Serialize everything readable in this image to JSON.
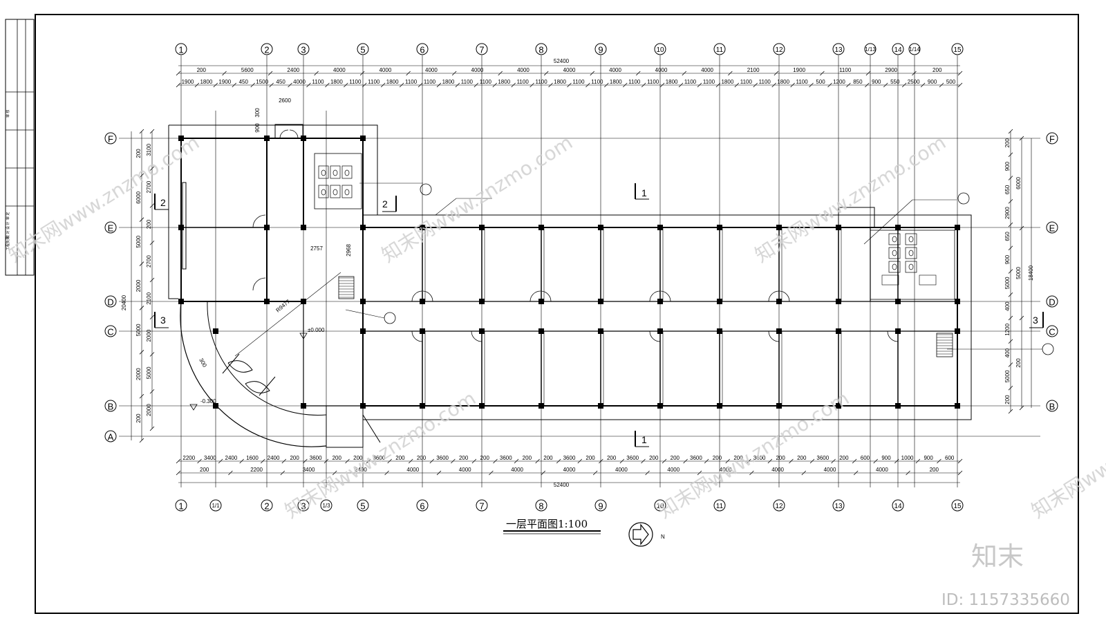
{
  "drawing": {
    "title": "一层平面图1:100",
    "north_label": "N",
    "total_length": "52400",
    "total_width": "20400",
    "half_width": "18400",
    "radius_note": "R9477",
    "level_zero": "±0.000",
    "level_outdoor": "-0.300",
    "dim_2757": "2757",
    "dim_2968": "2968",
    "dim_2600": "2600",
    "dim_900": "900",
    "dim_300": "300",
    "dim_3000": "300",
    "section_labels": [
      "1",
      "1",
      "2",
      "2",
      "3",
      "3"
    ]
  },
  "title_block": {
    "cells": [
      "审 核",
      "审 定",
      "设 计",
      "校 对",
      "工程负责"
    ]
  },
  "axes": {
    "top_labels": [
      "1",
      "2",
      "3",
      "5",
      "6",
      "7",
      "8",
      "9",
      "10",
      "11",
      "12",
      "13",
      "1/13",
      "14",
      "1/14",
      "15"
    ],
    "bottom_labels": [
      "1",
      "1/1",
      "2",
      "3",
      "1/3",
      "5",
      "6",
      "7",
      "8",
      "9",
      "10",
      "11",
      "12",
      "13",
      "14",
      "15"
    ],
    "left_labels": [
      "F",
      "E",
      "D",
      "C",
      "B",
      "A"
    ],
    "right_labels": [
      "F",
      "E",
      "D",
      "C",
      "B"
    ]
  },
  "dims": {
    "top_row1": [
      "200",
      "5600",
      "2400",
      "4000",
      "4000",
      "4000",
      "4000",
      "4000",
      "4000",
      "4000",
      "4000",
      "4000",
      "2100",
      "1900",
      "1100",
      "2900",
      "200"
    ],
    "top_row2": [
      "1900",
      "1800",
      "1900",
      "450",
      "1500",
      "450",
      "4000",
      "1100",
      "1800",
      "1100",
      "1100",
      "1800",
      "1100",
      "1100",
      "1800",
      "1100",
      "1100",
      "1800",
      "1100",
      "1100",
      "1800",
      "1100",
      "1100",
      "1800",
      "1100",
      "1100",
      "1800",
      "1100",
      "1100",
      "1800",
      "1100",
      "1100",
      "1800",
      "1100",
      "500",
      "1200",
      "850",
      "900",
      "550",
      "2500",
      "900",
      "500"
    ],
    "bottom_row1": [
      "2200",
      "3400",
      "2400",
      "1600",
      "2400",
      "200",
      "3600",
      "200",
      "200",
      "3600",
      "200",
      "200",
      "3600",
      "200",
      "200",
      "3600",
      "200",
      "200",
      "3600",
      "200",
      "200",
      "3600",
      "200",
      "200",
      "3600",
      "200",
      "200",
      "3600",
      "200",
      "200",
      "3600",
      "200",
      "600",
      "900",
      "1000",
      "900",
      "600"
    ],
    "bottom_row2": [
      "200",
      "2200",
      "3400",
      "2400",
      "4000",
      "4000",
      "4000",
      "4000",
      "4000",
      "4000",
      "4000",
      "4000",
      "4000",
      "4000",
      "200"
    ],
    "left_col1": [
      "200",
      "6000",
      "5000",
      "2000",
      "5000",
      "2000",
      "200"
    ],
    "left_col2": [
      "3100",
      "2700",
      "200",
      "2700",
      "2100",
      "2000",
      "5000",
      "2000"
    ],
    "right_col1": [
      "6000",
      "5000",
      "200"
    ],
    "right_col2": [
      "200",
      "900",
      "650",
      "2900",
      "650",
      "900",
      "5000",
      "400",
      "1200",
      "400",
      "5000",
      "200"
    ]
  },
  "watermark": {
    "text": "知末网www.znzmo.com",
    "logo": "知末",
    "id": "ID: 1157335660"
  },
  "colors": {
    "line": "#000000",
    "watermark": "#cfcfcf"
  }
}
